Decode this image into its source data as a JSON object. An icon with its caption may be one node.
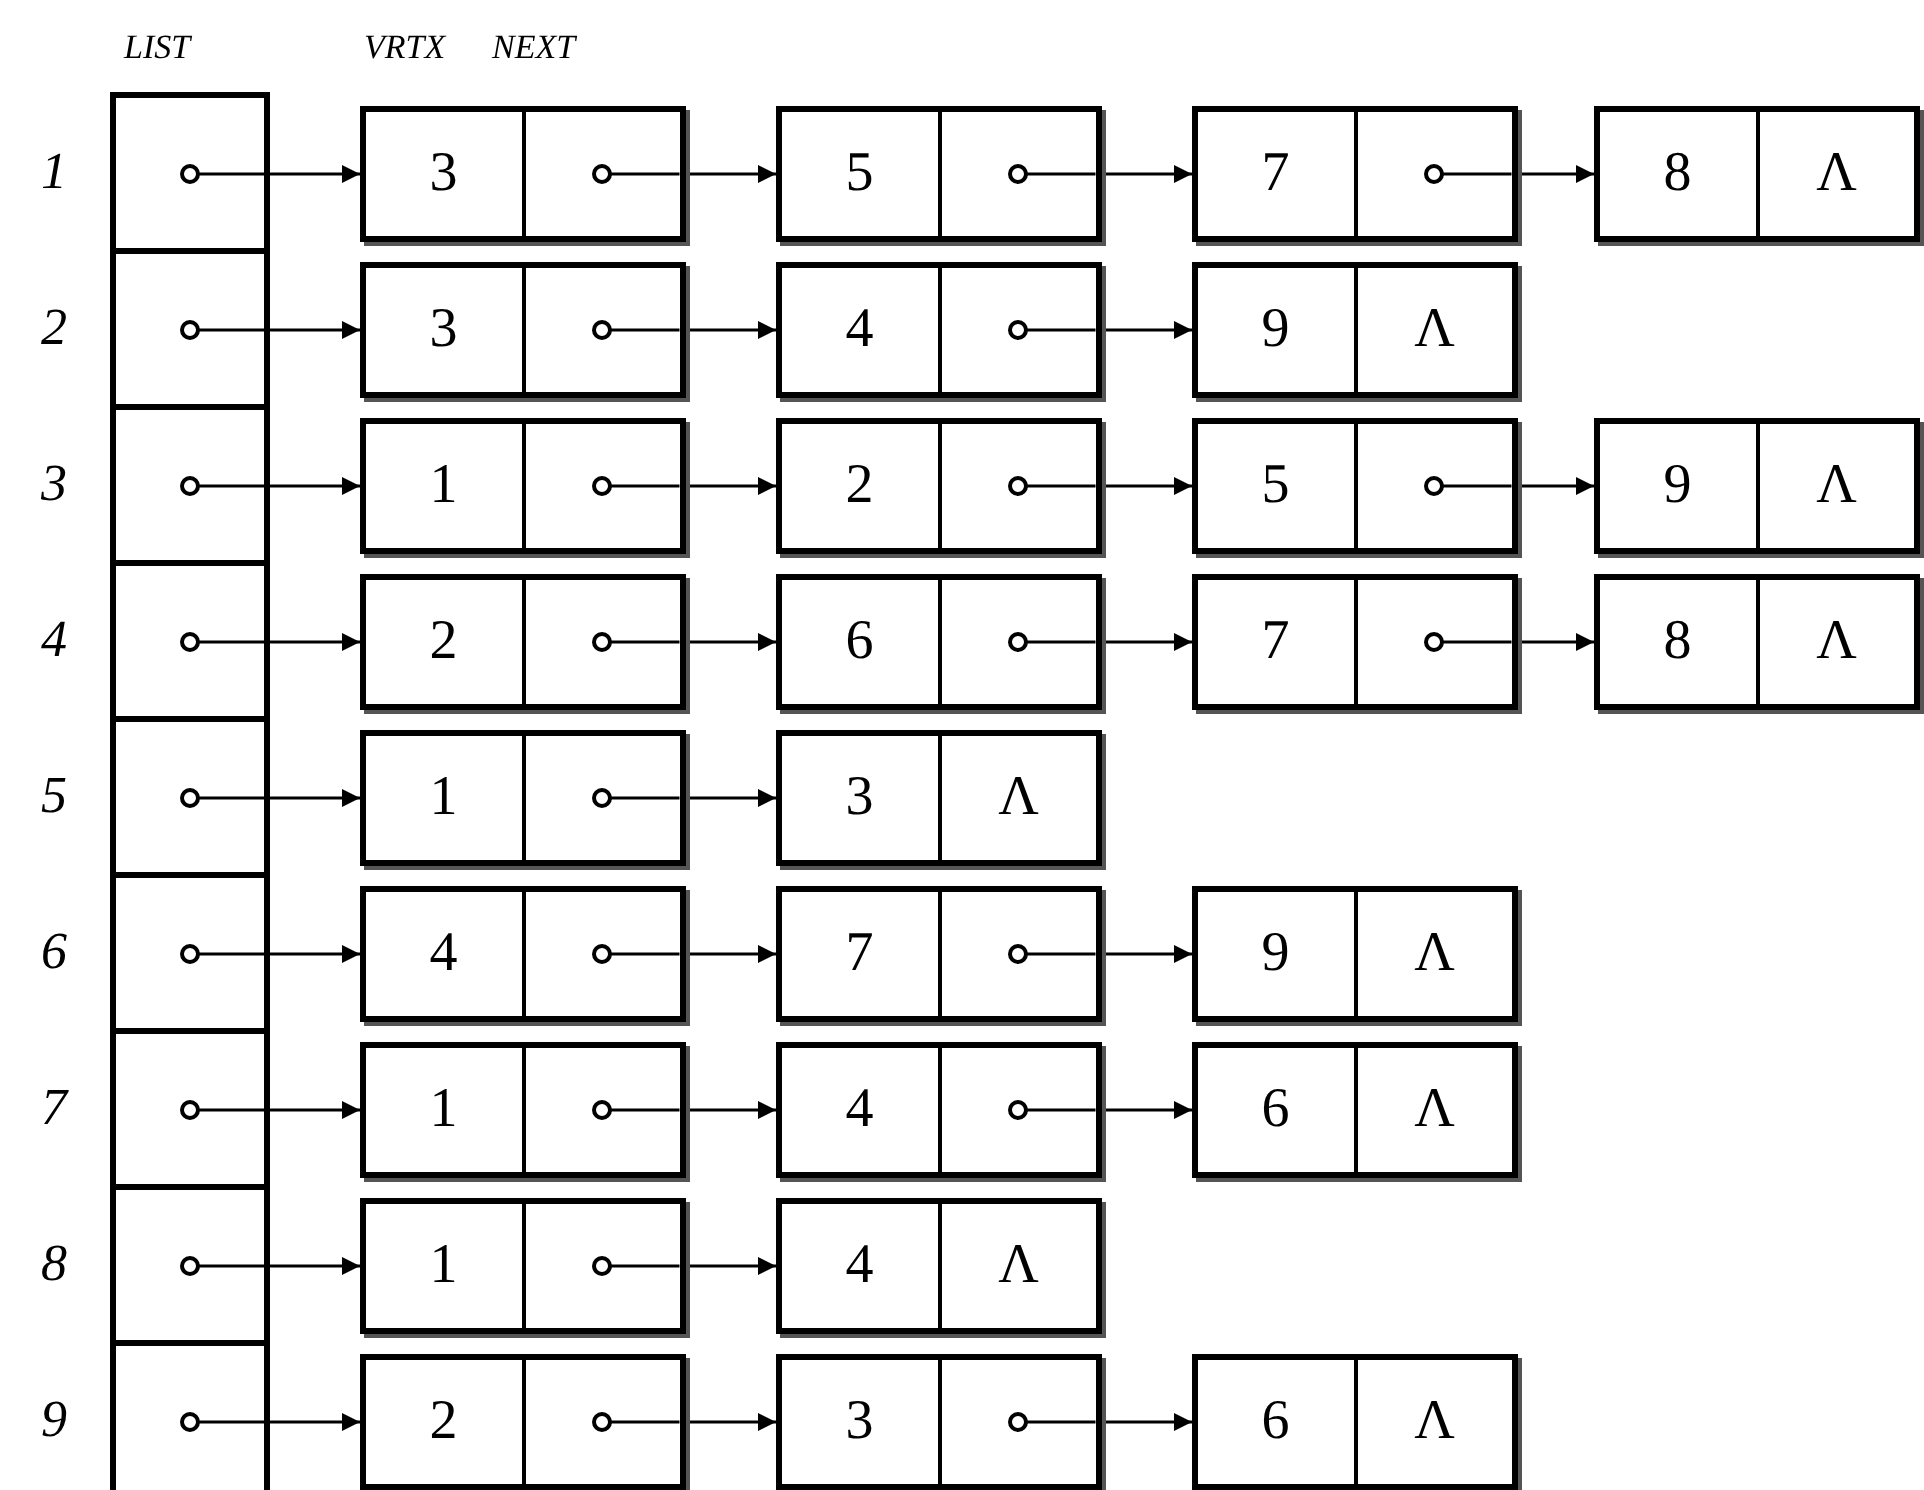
{
  "diagram": {
    "nodes": [
      {
        "text": [],
        "shape": "box"
      },
      {
        "text": [
          "3"
        ]
      },
      {
        "text": [
          "5"
        ]
      },
      {
        "text": [
          "7"
        ]
      },
      {
        "text": [
          "8",
          "Λ"
        ]
      },
      {
        "text": [],
        "shape": "box"
      },
      {
        "text": [
          "3"
        ]
      },
      {
        "text": [
          "4"
        ]
      },
      {
        "text": [
          "9",
          "Λ"
        ]
      },
      {
        "text": [],
        "shape": "box"
      },
      {
        "text": [
          "1"
        ]
      },
      {
        "text": [
          "2"
        ]
      },
      {
        "text": [
          "5"
        ]
      },
      {
        "text": [
          "9",
          "Λ"
        ]
      },
      {
        "text": [],
        "shape": "box"
      },
      {
        "text": [
          "2"
        ]
      },
      {
        "text": [
          "6"
        ]
      },
      {
        "text": [
          "7"
        ]
      },
      {
        "text": [
          "8",
          "Λ"
        ]
      },
      {
        "text": [],
        "shape": "box"
      },
      {
        "text": [
          "1"
        ]
      },
      {
        "text": [
          "3",
          "Λ"
        ]
      },
      {
        "text": [],
        "shape": "box"
      },
      {
        "text": [
          "4"
        ]
      },
      {
        "text": [
          "7"
        ]
      },
      {
        "text": [
          "9",
          "Λ"
        ]
      },
      {
        "text": [],
        "shape": "box"
      },
      {
        "text": [
          "1"
        ]
      },
      {
        "text": [
          "4"
        ]
      },
      {
        "text": [
          "6",
          "Λ"
        ]
      },
      {
        "text": [],
        "shape": "box"
      },
      {
        "text": [
          "1"
        ]
      },
      {
        "text": [
          "4",
          "Λ"
        ]
      },
      {
        "text": [],
        "shape": "box"
      },
      {
        "text": [
          "2"
        ]
      },
      {
        "text": [
          "3"
        ]
      },
      {
        "text": [
          "6",
          "Λ"
        ]
      }
    ],
    "edges": [
      {
        "from": 0,
        "to": 1,
        "arrow": "to"
      },
      {
        "from": 1,
        "to": 2,
        "arrow": "to"
      },
      {
        "from": 2,
        "to": 3,
        "arrow": "to"
      },
      {
        "from": 3,
        "to": 4,
        "arrow": "to"
      },
      {
        "from": 5,
        "to": 6,
        "arrow": "to"
      },
      {
        "from": 6,
        "to": 7,
        "arrow": "to"
      },
      {
        "from": 7,
        "to": 8,
        "arrow": "to"
      },
      {
        "from": 9,
        "to": 10,
        "arrow": "to"
      },
      {
        "from": 10,
        "to": 11,
        "arrow": "to"
      },
      {
        "from": 11,
        "to": 12,
        "arrow": "to"
      },
      {
        "from": 12,
        "to": 13,
        "arrow": "to"
      },
      {
        "from": 14,
        "to": 15,
        "arrow": "to"
      },
      {
        "from": 15,
        "to": 16,
        "arrow": "to"
      },
      {
        "from": 16,
        "to": 17,
        "arrow": "to"
      },
      {
        "from": 17,
        "to": 18,
        "arrow": "to"
      },
      {
        "from": 19,
        "to": 20,
        "arrow": "to"
      },
      {
        "from": 20,
        "to": 21,
        "arrow": "to"
      },
      {
        "from": 22,
        "to": 23,
        "arrow": "to"
      },
      {
        "from": 23,
        "to": 24,
        "arrow": "to"
      },
      {
        "from": 24,
        "to": 25,
        "arrow": "to"
      },
      {
        "from": 26,
        "to": 27,
        "arrow": "to"
      },
      {
        "from": 27,
        "to": 28,
        "arrow": "to"
      },
      {
        "from": 28,
        "to": 29,
        "arrow": "to"
      },
      {
        "from": 30,
        "to": 31,
        "arrow": "to"
      },
      {
        "from": 31,
        "to": 32,
        "arrow": "to"
      },
      {
        "from": 33,
        "to": 34,
        "arrow": "to"
      },
      {
        "from": 34,
        "to": 35,
        "arrow": "to"
      },
      {
        "from": 35,
        "to": 36,
        "arrow": "to"
      }
    ],
    "labels": [
      "LIST",
      "VRTX",
      "NEXT",
      "1",
      "2",
      "3",
      "4",
      "5",
      "6",
      "7",
      "8",
      "9"
    ]
  }
}
